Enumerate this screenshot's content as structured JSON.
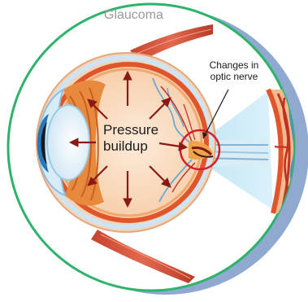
{
  "title": "Glaucoma",
  "labels": {
    "pressure_line1": "Pressure",
    "pressure_line2": "buildup",
    "optic_line1": "Changes in",
    "optic_line2": "optic nerve"
  },
  "colors": {
    "circle_ring": "#2eb36b",
    "outer_shadow": "#8aa7cf",
    "retina": "#e0562a",
    "sclera": "#f6c8a4",
    "lens": "#2a77b8",
    "arrow": "#8b1a14",
    "highlight_circle": "#d3202a",
    "beam": "#c9e9f6"
  }
}
